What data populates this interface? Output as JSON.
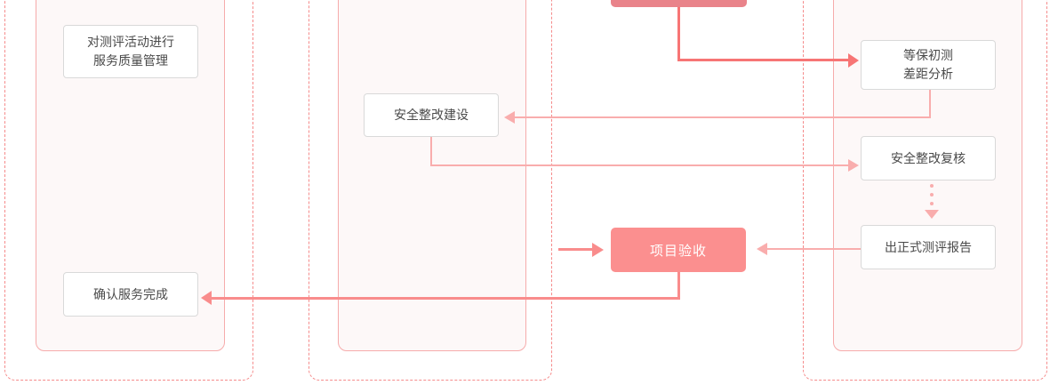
{
  "diagram": {
    "type": "flowchart",
    "nodes": {
      "top_process": {
        "label": ""
      },
      "quality_mgmt": {
        "line1": "对测评活动进行",
        "line2": "服务质量管理"
      },
      "confirm_done": {
        "label": "确认服务完成"
      },
      "rectify_build": {
        "label": "安全整改建设"
      },
      "gap_analysis": {
        "line1": "等保初测",
        "line2": "差距分析"
      },
      "rectify_review": {
        "label": "安全整改复核"
      },
      "final_report": {
        "label": "出正式测评报告"
      },
      "acceptance": {
        "label": "项目验收"
      }
    },
    "edges": [
      {
        "from": "top_process",
        "to": "gap_analysis",
        "style": "strong"
      },
      {
        "from": "gap_analysis",
        "to": "rectify_build",
        "style": "light"
      },
      {
        "from": "rectify_build",
        "to": "rectify_review",
        "style": "light"
      },
      {
        "from": "rectify_review",
        "to": "final_report",
        "style": "dotted"
      },
      {
        "from": "final_report",
        "to": "acceptance",
        "style": "light"
      },
      {
        "from": "left-gap",
        "to": "acceptance",
        "style": "mid"
      },
      {
        "from": "acceptance",
        "to": "confirm_done",
        "style": "mid"
      }
    ]
  },
  "colors": {
    "frame_dash": "#f58b8b",
    "frame_solid": "#f6abab",
    "frame_bg": "#fdf8f8",
    "node_border": "#d9d9d9",
    "node_text": "#4a4a4a",
    "fill": "#fb8f8f",
    "fill_top": "#e9838a",
    "fill_text": "#ffffff",
    "line_strong": "#f77575",
    "line_mid": "#f98c8c",
    "line_light": "#f9adad"
  }
}
